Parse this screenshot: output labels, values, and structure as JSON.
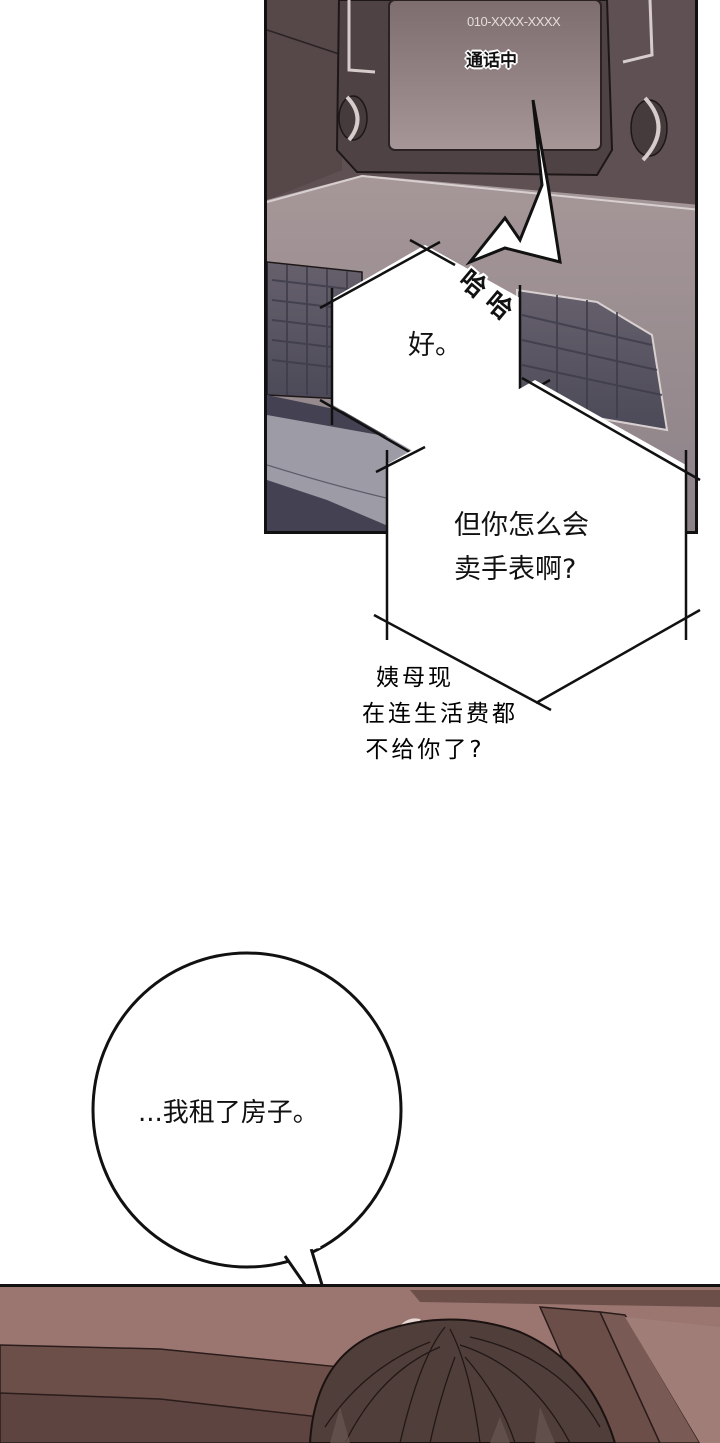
{
  "panel_top": {
    "phone_screen": {
      "caller_number": "010-XXXX-XXXX",
      "call_status": "通话中"
    },
    "sound_effect": "哈哈",
    "bubbles": [
      {
        "text": "好。"
      },
      {
        "lines": [
          "但你怎么会",
          "卖手表啊?"
        ]
      }
    ]
  },
  "narration": {
    "lines": [
      "姨母现",
      "在连生活费都",
      "不给你了?"
    ]
  },
  "speech_bubble_round": {
    "text": "...我租了房子。"
  },
  "colors": {
    "car_interior_dark": "#5e5053",
    "screen": "#8f7f80",
    "dashboard_light": "#a79899",
    "vent_grey": "#5c5a66",
    "bottom_wall": "#9b7670",
    "hair": "#4f3e3a",
    "outline": "#111111"
  }
}
